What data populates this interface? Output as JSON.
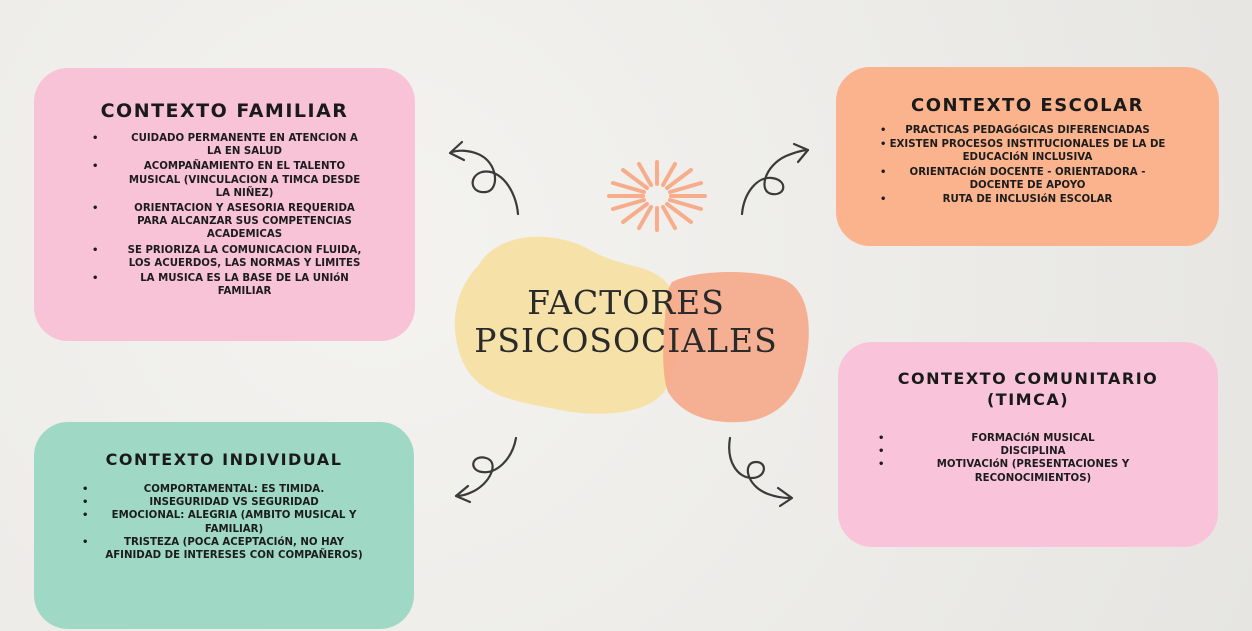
{
  "center_title": [
    "FACTORES",
    "PSICOSOCIALES"
  ],
  "boxes": {
    "familiar": {
      "title": "CONTEXTO FAMILIAR",
      "items": [
        "CUIDADO PERMANENTE EN ATENCION A LA EN SALUD",
        "ACOMPAÑAMIENTO EN EL TALENTO MUSICAL (VINCULACION A TIMCA DESDE LA NIÑEZ)",
        "ORIENTACION Y ASESORIA REQUERIDA PARA ALCANZAR SUS COMPETENCIAS ACADEMICAS",
        "SE PRIORIZA LA COMUNICACION FLUIDA, LOS ACUERDOS, LAS NORMAS Y LIMITES",
        "LA MUSICA ES LA BASE DE LA UNIóN FAMILIAR"
      ]
    },
    "escolar": {
      "title": "CONTEXTO ESCOLAR",
      "items": [
        "PRACTICAS PEDAGóGICAS DIFERENCIADAS",
        "EXISTEN PROCESOS INSTITUCIONALES DE LA DE EDUCACIóN INCLUSIVA",
        "ORIENTACIóN DOCENTE - ORIENTADORA - DOCENTE DE APOYO",
        "RUTA DE INCLUSIóN ESCOLAR"
      ]
    },
    "comunitario": {
      "title_line1": "CONTEXTO COMUNITARIO",
      "title_line2": "(TIMCA)",
      "items": [
        "FORMACIóN MUSICAL",
        "DISCIPLINA",
        "MOTIVACIóN (PRESENTACIONES Y RECONOCIMIENTOS)"
      ]
    },
    "individual": {
      "title": "CONTEXTO INDIVIDUAL",
      "items": [
        "COMPORTAMENTAL: ES TIMIDA.",
        "INSEGURIDAD VS SEGURIDAD",
        "EMOCIONAL: ALEGRIA (AMBITO MUSICAL Y FAMILIAR)",
        "TRISTEZA (POCA ACEPTACIóN, NO HAY AFINIDAD DE INTERESES CON COMPAÑEROS)"
      ]
    }
  },
  "colors": {
    "familiar": "#f8c3d7",
    "escolar": "#fbb38e",
    "comunitario": "#f9c4d9",
    "individual": "#9fd9c6",
    "blob_yellow": "#f6e2a9",
    "blob_peach": "#f5a98a",
    "starburst": "#f7ad8c",
    "arrow": "#3a3a3a"
  },
  "icons": [
    "starburst-icon",
    "curly-arrow-icon"
  ]
}
